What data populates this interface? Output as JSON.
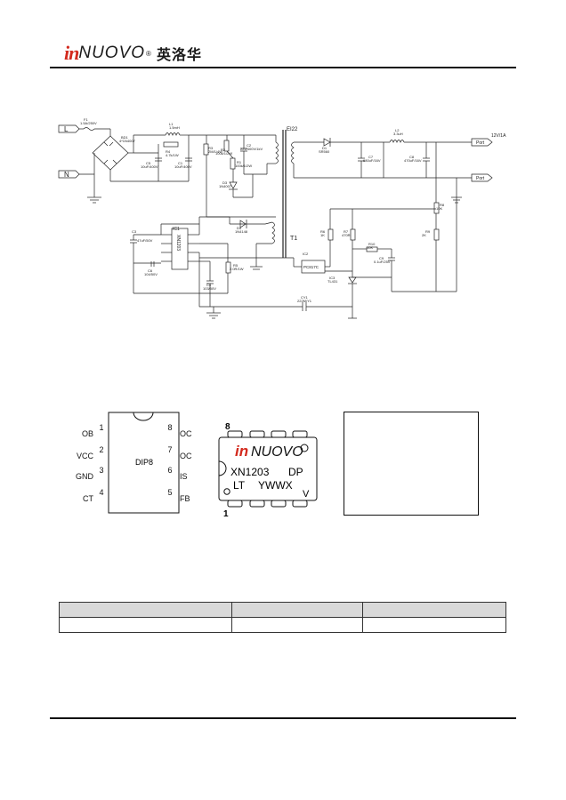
{
  "header": {
    "logo_in": "in",
    "logo_nuovo": "NUOVO",
    "logo_reg": "®",
    "logo_cn": "英洛华"
  },
  "schematic": {
    "input_l": "L",
    "input_n": "N",
    "fuse": "F1",
    "fuse_value": "1.5A/250V",
    "bridge": "BD1",
    "bridge_value": "4*1N4007",
    "l1": "L1",
    "l1_value": "1.5mH",
    "r4": "R4",
    "r4_value": "4.7k/1W",
    "c5": "C5",
    "c5_value": "10uF/400V",
    "c1": "C1",
    "c1_value": "10uF/400V",
    "r_a": "R3",
    "r_a_value": "2M/1/4W",
    "r_b": "R2",
    "r_b_value": "100k/1/2W",
    "r_c": "R1",
    "r_c_value": "100k/1/2W",
    "c_snub": "C2",
    "c_snub_value": "222/400V/1kV",
    "d_a": "D3",
    "d_a_value": "1N4007",
    "ic": "IC1",
    "ic_part": "XN1203",
    "c_vcc": "C3",
    "c_vcc_value": "47uF/50V",
    "c_ct": "C4",
    "c_ct_value": "103/50V",
    "d_aux": "D4",
    "d_aux_value": "1N4148",
    "c_fb": "C6",
    "c_fb_value": "104/50V",
    "r_is": "R5",
    "r_is_value": "2.0R/1W",
    "transformer_core": "EI22",
    "transformer": "T1",
    "d_out": "D1",
    "d_out_value": "SR560",
    "c_out1": "C7",
    "c_out1_value": "680uF/16V",
    "l2": "L2",
    "l2_value": "3.3uH",
    "c_out2": "C8",
    "c_out2_value": "470uF/16V",
    "out_rating": "12V/1A",
    "port_pos": "Port",
    "port_neg": "Port",
    "opto": "PC817C",
    "opto_ref": "IC2",
    "tl431": "TL431",
    "tl431_ref": "IC3",
    "r_o1": "R6",
    "r_o1_value": "1K",
    "r_o2": "R7",
    "r_o2_value": "470R",
    "r_o3": "R8",
    "r_o3_value": "10K",
    "r_o4": "R9",
    "r_o4_value": "2K",
    "r_o5": "R10",
    "r_o5_value": "10K",
    "c_o": "C9",
    "c_o_value": "0.1uF/25V",
    "cy": "CY1",
    "cy_value": "222M/Y1"
  },
  "pinout": {
    "package": "DIP8",
    "left_pins": [
      {
        "num": "1",
        "name": "OB"
      },
      {
        "num": "2",
        "name": "VCC"
      },
      {
        "num": "3",
        "name": "GND"
      },
      {
        "num": "4",
        "name": "CT"
      }
    ],
    "right_pins": [
      {
        "num": "8",
        "name": "OC"
      },
      {
        "num": "7",
        "name": "OC"
      },
      {
        "num": "6",
        "name": "IS"
      },
      {
        "num": "5",
        "name": "FB"
      }
    ]
  },
  "marking": {
    "pin_top": "8",
    "pin_bottom": "1",
    "logo_in": "in",
    "logo_nuovo": "NUOVO",
    "line1_part": "XN1203",
    "line1_suffix": "DP",
    "line2_lot": "LT",
    "line2_code": "YWWX",
    "line2_tail": "V"
  },
  "table": {
    "rows": [
      [
        "",
        "",
        ""
      ],
      [
        "",
        "",
        ""
      ]
    ]
  }
}
